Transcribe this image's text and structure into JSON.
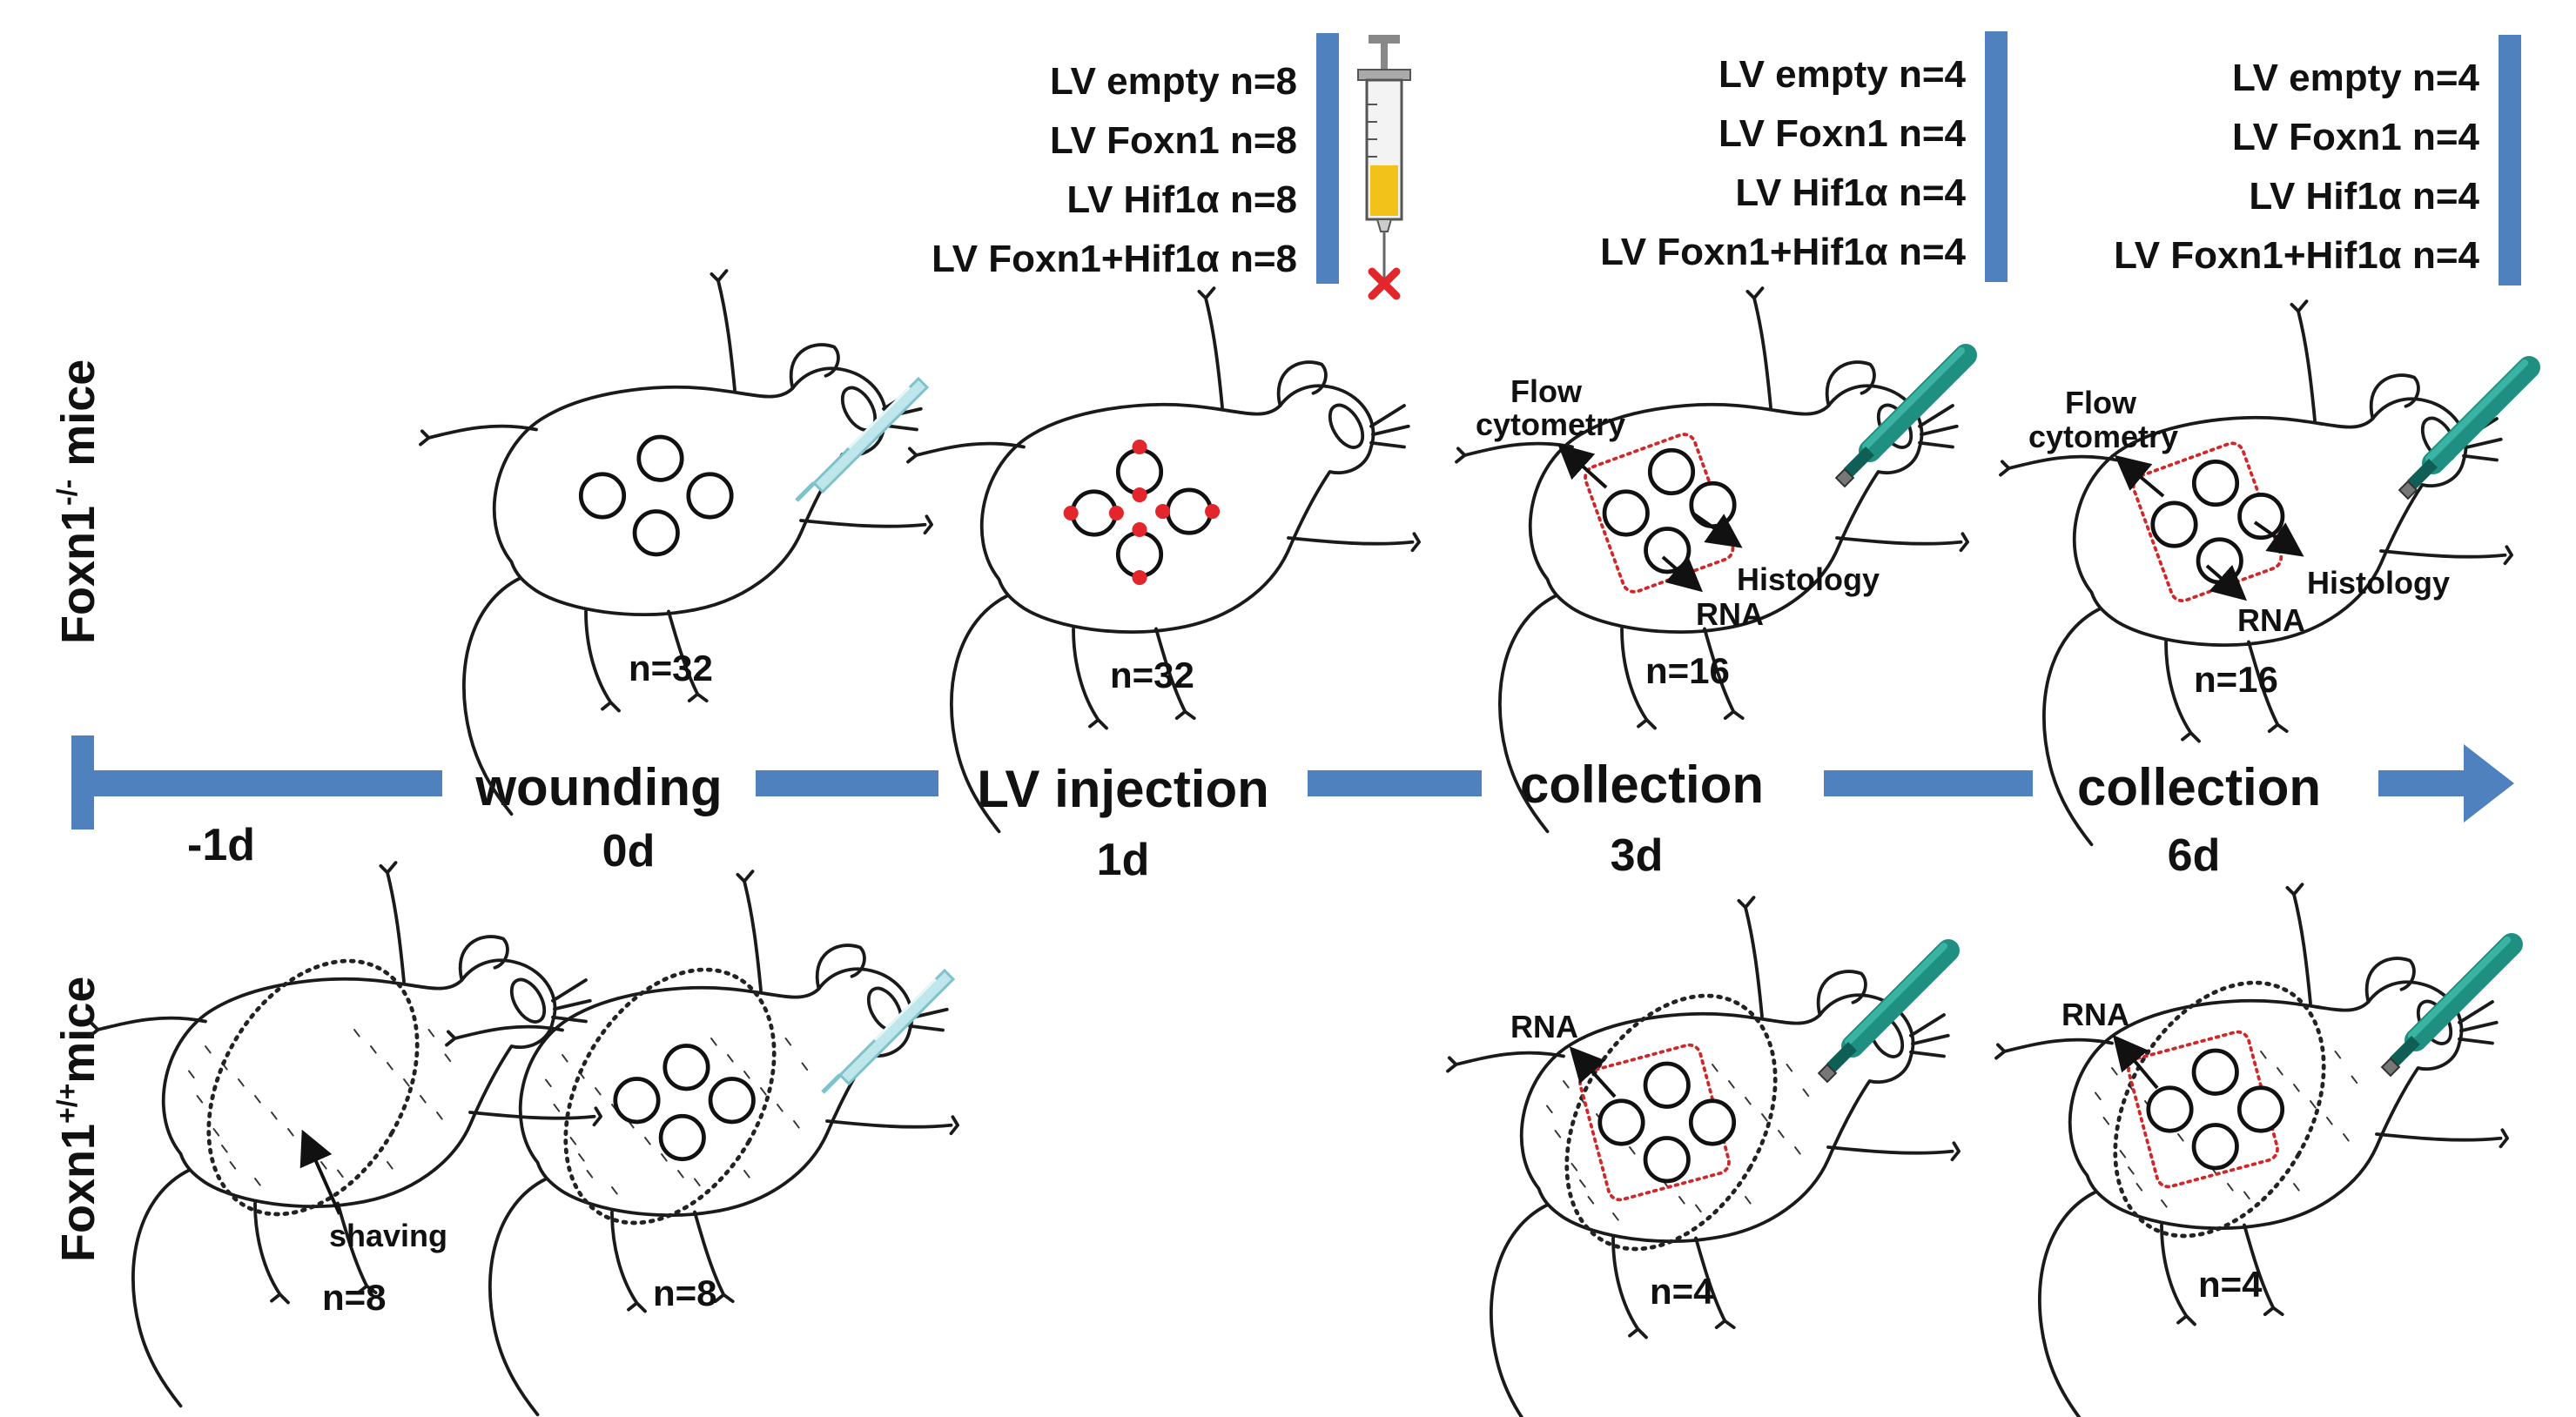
{
  "groups": [
    {
      "lines": [
        "LV empty n=8",
        "LV Foxn1 n=8",
        "LV Hif1α n=8",
        "LV Foxn1+Hif1α n=8"
      ]
    },
    {
      "lines": [
        "LV empty n=4",
        "LV Foxn1 n=4",
        "LV Hif1α n=4",
        "LV Foxn1+Hif1α n=4"
      ]
    },
    {
      "lines": [
        "LV empty n=4",
        "LV Foxn1 n=4",
        "LV Hif1α n=4",
        "LV Foxn1+Hif1α n=4"
      ]
    }
  ],
  "row_labels": {
    "top": {
      "base": "Foxn1",
      "sup": "-/-",
      "suffix": " mice"
    },
    "bottom": {
      "base": "Foxn1",
      "sup": "+/+",
      "suffix": "mice"
    }
  },
  "timeline": {
    "stages": [
      "wounding",
      "LV injection",
      "collection",
      "collection"
    ],
    "days": [
      "-1d",
      "0d",
      "1d",
      "3d",
      "6d"
    ]
  },
  "counts": {
    "top": [
      "n=32",
      "n=32",
      "n=16",
      "n=16"
    ],
    "bottom": [
      "n=8",
      "n=8",
      "n=4",
      "n=4"
    ]
  },
  "annotations": {
    "flow_1": "Flow",
    "flow_2": "cytometry",
    "histology": "Histology",
    "rna": "RNA",
    "shaving": "shaving"
  },
  "colors": {
    "timeline": "#4e81bd",
    "mark_red": "#e3262c",
    "punch_teal": "#1f8f82",
    "pipette": "#9fd6dc",
    "syringe_fill": "#f2c21a"
  },
  "icons": [
    "syringe-icon",
    "pipette-icon",
    "biopsy-punch-icon",
    "mouse-illustration",
    "timeline-arrow"
  ]
}
